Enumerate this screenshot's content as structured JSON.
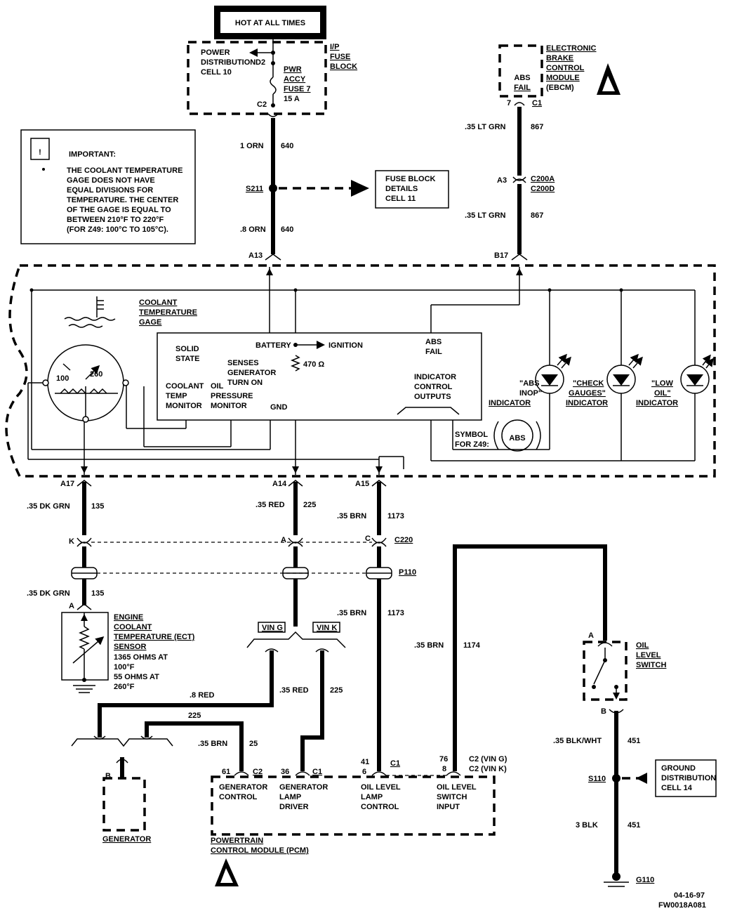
{
  "power": {
    "hot_label": "HOT AT ALL TIMES",
    "pdist_line1": "POWER",
    "pdist_line2": "DISTRIBUTION",
    "pdist_line3": "CELL  10",
    "d2": "D2",
    "c2": "C2",
    "fuse_line1": "PWR",
    "fuse_line2": "ACCY",
    "fuse_line3": "FUSE  7",
    "fuse_line4": "15  A",
    "ip_line1": "I/P",
    "ip_line2": "FUSE",
    "ip_line3": "BLOCK"
  },
  "important": {
    "title": "IMPORTANT:",
    "lines": [
      "THE COOLANT TEMPERATURE",
      "GAGE DOES NOT HAVE",
      "EQUAL DIVISIONS FOR",
      "TEMPERATURE.  THE CENTER",
      "OF THE GAGE IS EQUAL TO",
      "BETWEEN 210°F TO 220°F",
      "(FOR Z49:  100°C TO 105°C)."
    ]
  },
  "wires": {
    "w640a_gauge": "1  ORN",
    "w640a_num": "640",
    "s211": "S211",
    "fuse_details": [
      "FUSE BLOCK",
      "DETAILS",
      "CELL  11"
    ],
    "w640b_gauge": ".8  ORN",
    "w640b_num": "640",
    "a13": "A13",
    "w867a_gauge": ".35 LT GRN",
    "w867a_num": "867",
    "a3": "A3",
    "c200a": "C200A",
    "c200d": "C200D",
    "w867b_gauge": ".35 LT GRN",
    "w867b_num": "867",
    "b17": "B17",
    "c1_ebcm_pin": "7",
    "c1_ebcm": "C1"
  },
  "ebcm": {
    "abs1": "ABS",
    "abs2": "FAIL",
    "name": [
      "ELECTRONIC",
      "BRAKE",
      "CONTROL",
      "MODULE",
      "(EBCM)"
    ]
  },
  "cluster": {
    "gage_label": [
      "COOLANT",
      "TEMPERATURE",
      "GAGE"
    ],
    "gage_100": "100",
    "gage_260": "260",
    "solid": "SOLID",
    "state": "STATE",
    "battery": "BATTERY",
    "ignition": "IGNITION",
    "abs_fail1": "ABS",
    "abs_fail2": "FAIL",
    "senses1": "SENSES",
    "senses2": "GENERATOR",
    "senses3": "TURN ON",
    "ohm": "470 Ω",
    "coolant_mon": [
      "COOLANT",
      "TEMP",
      "MONITOR"
    ],
    "oil_mon": [
      "OIL",
      "PRESSURE",
      "MONITOR"
    ],
    "gnd": "GND",
    "indicator_ctrl": [
      "INDICATOR",
      "CONTROL",
      "OUTPUTS"
    ],
    "abs_inop": [
      "\"ABS",
      "INOP\"",
      "INDICATOR"
    ],
    "check_gauges": [
      "\"CHECK",
      "GAUGES\"",
      "INDICATOR"
    ],
    "low_oil": [
      "\"LOW",
      "OIL\"",
      "INDICATOR"
    ],
    "symbol1": "SYMBOL",
    "symbol2": "FOR Z49:",
    "abs_symbol": "ABS"
  },
  "lower": {
    "a17": "A17",
    "a14": "A14",
    "a15": "A15",
    "w135a_gauge": ".35 DK GRN",
    "w135a_num": "135",
    "w225a_gauge": ".35 RED",
    "w225a_num": "225",
    "w1173a_gauge": ".35 BRN",
    "w1173a_num": "1173",
    "k": "K",
    "a": "A",
    "c": "C",
    "c220": "C220",
    "p110": "P110",
    "w135b_gauge": ".35 DK GRN",
    "w135b_num": "135",
    "w1173b_gauge": ".35 BRN",
    "w1173b_num": "1173",
    "ect_a": "A",
    "ect_name": [
      "ENGINE",
      "COOLANT",
      "TEMPERATURE (ECT)",
      "SENSOR"
    ],
    "ect_spec": [
      "1365  OHMS  AT",
      "100°F",
      "55  OHMS  AT",
      "260°F"
    ],
    "ving": "VIN G",
    "vink": "VIN K",
    "w8red": ".8 RED",
    "w225b_gauge": ".35 RED",
    "w225b_num": "225",
    "w225c_num": "225",
    "w25_gauge": ".35 BRN",
    "w25_num": "25",
    "w1174_gauge": ".35 BRN",
    "w1174_num": "1174",
    "gen_b": "B",
    "generator": "GENERATOR",
    "oil_a": "A",
    "oil_b": "B",
    "oil_switch": [
      "OIL",
      "LEVEL",
      "SWITCH"
    ],
    "w451a_gauge": ".35 BLK/WHT",
    "w451a_num": "451",
    "s110": "S110",
    "ground_dist": [
      "GROUND",
      "DISTRIBUTION",
      "CELL  14"
    ],
    "w451b_gauge": "3  BLK",
    "w451b_num": "451",
    "g110": "G110",
    "date": "04-16-97",
    "code": "FW0018A081"
  },
  "pcm": {
    "p61": "61",
    "c2a": "C2",
    "p36": "36",
    "c1a": "C1",
    "p41": "41",
    "p6": "6",
    "c1b": "C1",
    "p76": "76",
    "p8": "8",
    "c2ving": "C2  (VIN  G)",
    "c2vink": "C2  (VIN  K)",
    "gen_ctrl": [
      "GENERATOR",
      "CONTROL"
    ],
    "gen_lamp": [
      "GENERATOR",
      "LAMP",
      "DRIVER"
    ],
    "oil_lamp": [
      "OIL  LEVEL",
      "LAMP",
      "CONTROL"
    ],
    "oil_input": [
      "OIL  LEVEL",
      "SWITCH",
      "INPUT"
    ],
    "name1": "POWERTRAIN",
    "name2": "CONTROL  MODULE  (PCM)"
  }
}
